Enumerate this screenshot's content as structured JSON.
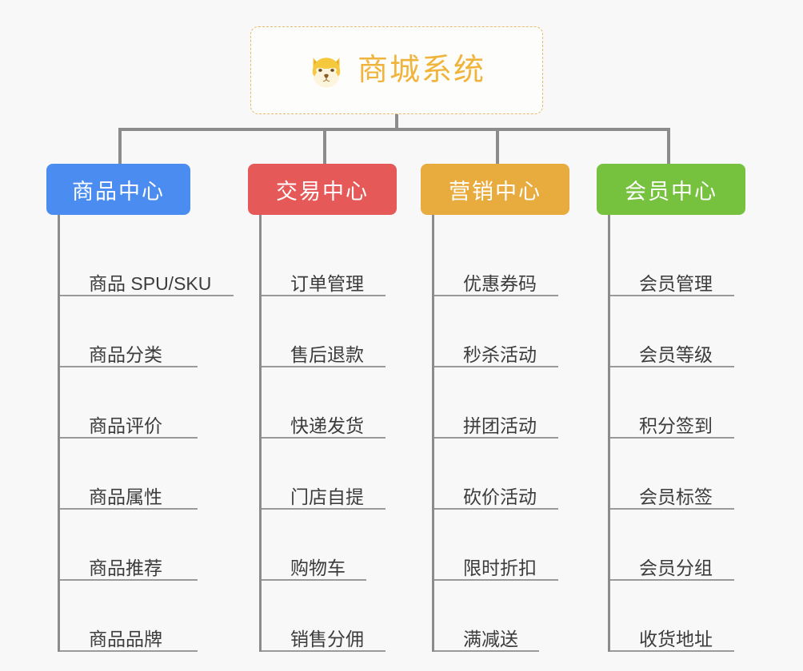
{
  "canvas": {
    "background": "#f8f8f8",
    "connector_color": "#8c8c8c"
  },
  "root": {
    "title": "商城系统",
    "icon": "shiba-dog-face-icon",
    "text_color": "#f0b43c",
    "border_color": "#e8b96a"
  },
  "branches": [
    {
      "label": "商品中心",
      "color": "#4a8cf0",
      "width": 180,
      "items": [
        "商品 SPU/SKU",
        "商品分类",
        "商品评价",
        "商品属性",
        "商品推荐",
        "商品品牌"
      ]
    },
    {
      "label": "交易中心",
      "color": "#e55a58",
      "width": 186,
      "items": [
        "订单管理",
        "售后退款",
        "快递发货",
        "门店自提",
        "购物车",
        "销售分佣"
      ]
    },
    {
      "label": "营销中心",
      "color": "#e8ab3e",
      "width": 186,
      "items": [
        "优惠券码",
        "秒杀活动",
        "拼团活动",
        "砍价活动",
        "限时折扣",
        "满减送"
      ]
    },
    {
      "label": "会员中心",
      "color": "#76c23f",
      "width": 186,
      "items": [
        "会员管理",
        "会员等级",
        "积分签到",
        "会员标签",
        "会员分组",
        "收货地址"
      ]
    }
  ]
}
